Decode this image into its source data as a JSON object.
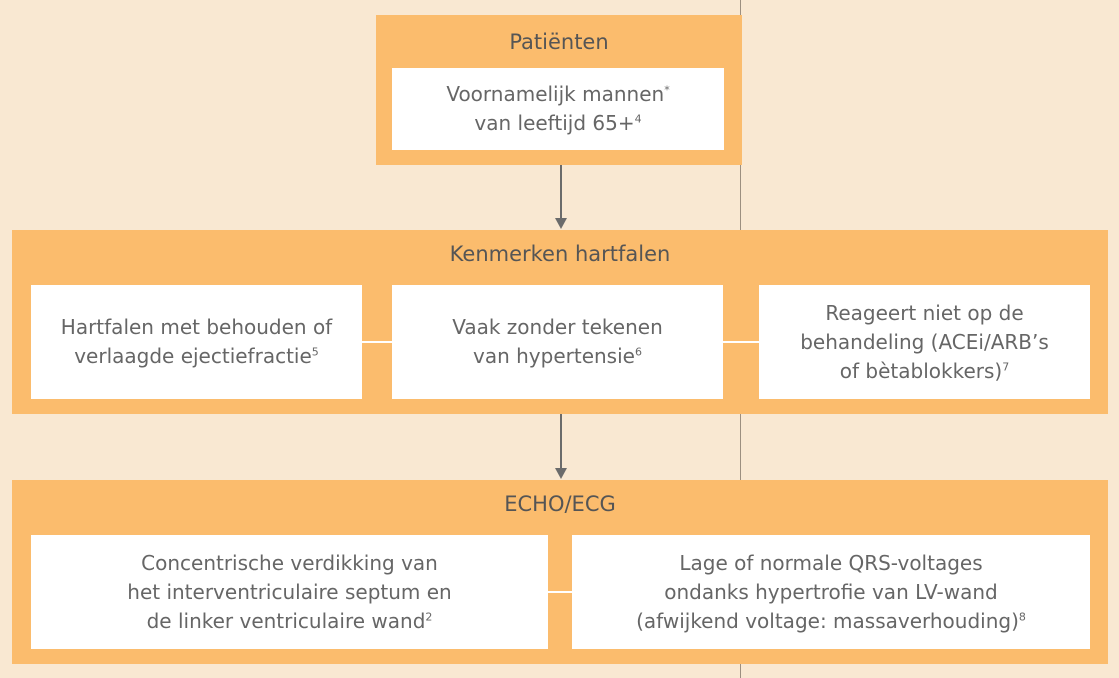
{
  "patients": {
    "title": "Patiënten",
    "card": {
      "text": "Voornamelijk mannen\nvan leeftijd 65+",
      "sup1": "*",
      "sup2": "4"
    }
  },
  "heart_failure": {
    "title": "Kenmerken hartfalen",
    "cards": [
      {
        "text": "Hartfalen met behouden of\nverlaagde ejectiefractie",
        "sup": "5"
      },
      {
        "text": "Vaak zonder tekenen\nvan hypertensie",
        "sup": "6"
      },
      {
        "text": "Reageert niet op de\nbehandeling (ACEi/ARB’s\nof bètablokkers)",
        "sup": "7"
      }
    ]
  },
  "echo": {
    "title": "ECHO/ECG",
    "cards": [
      {
        "text": "Concentrische verdikking van\nhet interventriculaire septum en\nde linker ventriculaire wand",
        "sup": "2"
      },
      {
        "text": "Lage of normale QRS-voltages\nondanks hypertrofie van LV-wand\n(afwijkend voltage: massaverhouding)",
        "sup": "8"
      }
    ]
  },
  "colors": {
    "panel": "#fbbc6d",
    "background": "#f9e8d2",
    "card": "#ffffff",
    "text": "#666666",
    "arrow": "#6b6b6b"
  }
}
